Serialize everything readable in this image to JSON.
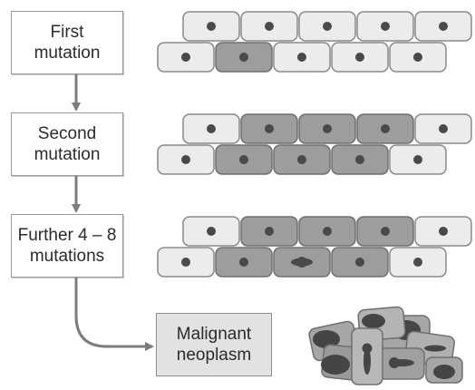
{
  "stages": [
    {
      "line1": "First",
      "line2": "mutation"
    },
    {
      "line1": "Second",
      "line2": "mutation"
    },
    {
      "line1": "Further 4 – 8",
      "line2": "mutations"
    }
  ],
  "result": {
    "line1": "Malignant",
    "line2": "neoplasm"
  },
  "colors": {
    "normal_cell": "#ececec",
    "mutated_cell": "#9d9d9d",
    "nucleus": "#4a4a4a",
    "arrow": "#7c7c7c"
  }
}
